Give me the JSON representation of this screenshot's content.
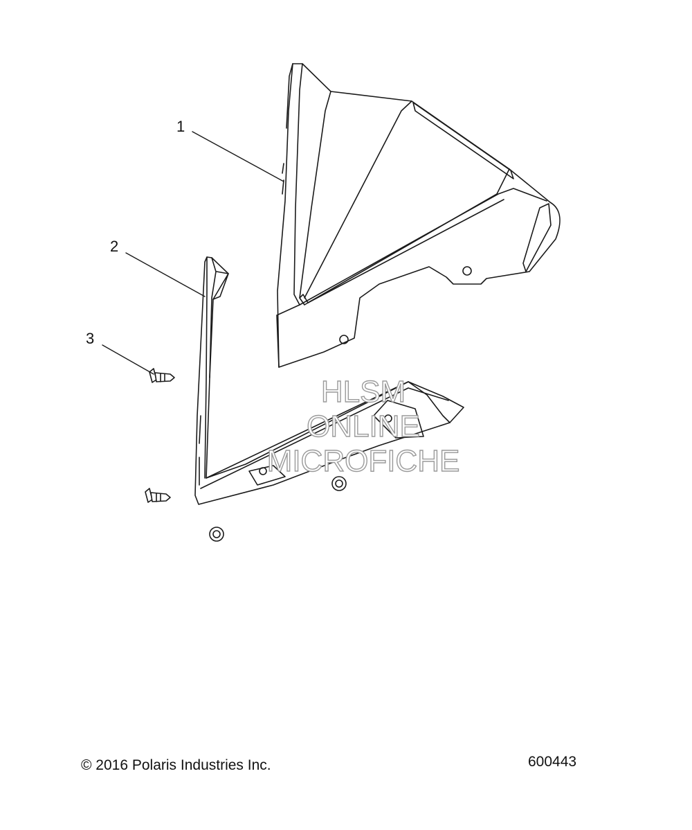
{
  "callouts": [
    "1",
    "2",
    "3"
  ],
  "watermark": {
    "line1": "HLSM",
    "line2": "ONLINE",
    "line3": "MICROFICHE"
  },
  "footer": {
    "copyright": "© 2016 Polaris Industries Inc.",
    "figure_number": "600443"
  },
  "colors": {
    "line": "#1a1a1a",
    "fill": "#ffffff",
    "watermark": "#9a9a9a"
  }
}
